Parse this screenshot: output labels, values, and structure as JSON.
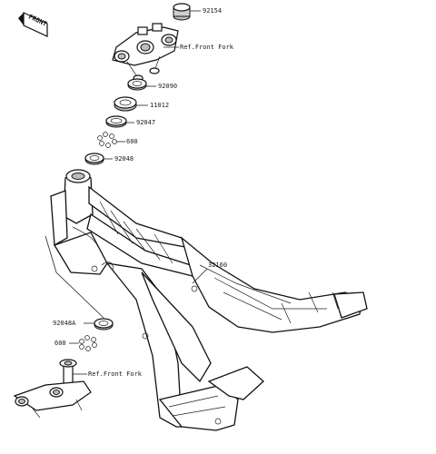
{
  "front_badge": "FRONT",
  "callouts": {
    "p92154": "92154",
    "ref_front_fork_top": "Ref.Front Fork",
    "p92090": "92090",
    "p11012": "11012",
    "p92047": "92047",
    "p600_top": "600",
    "p92048": "92048",
    "p32160": "32160",
    "p92048A": "92048A",
    "p600_bottom": "600",
    "ref_front_fork_bottom": "Ref.Front Fork"
  }
}
